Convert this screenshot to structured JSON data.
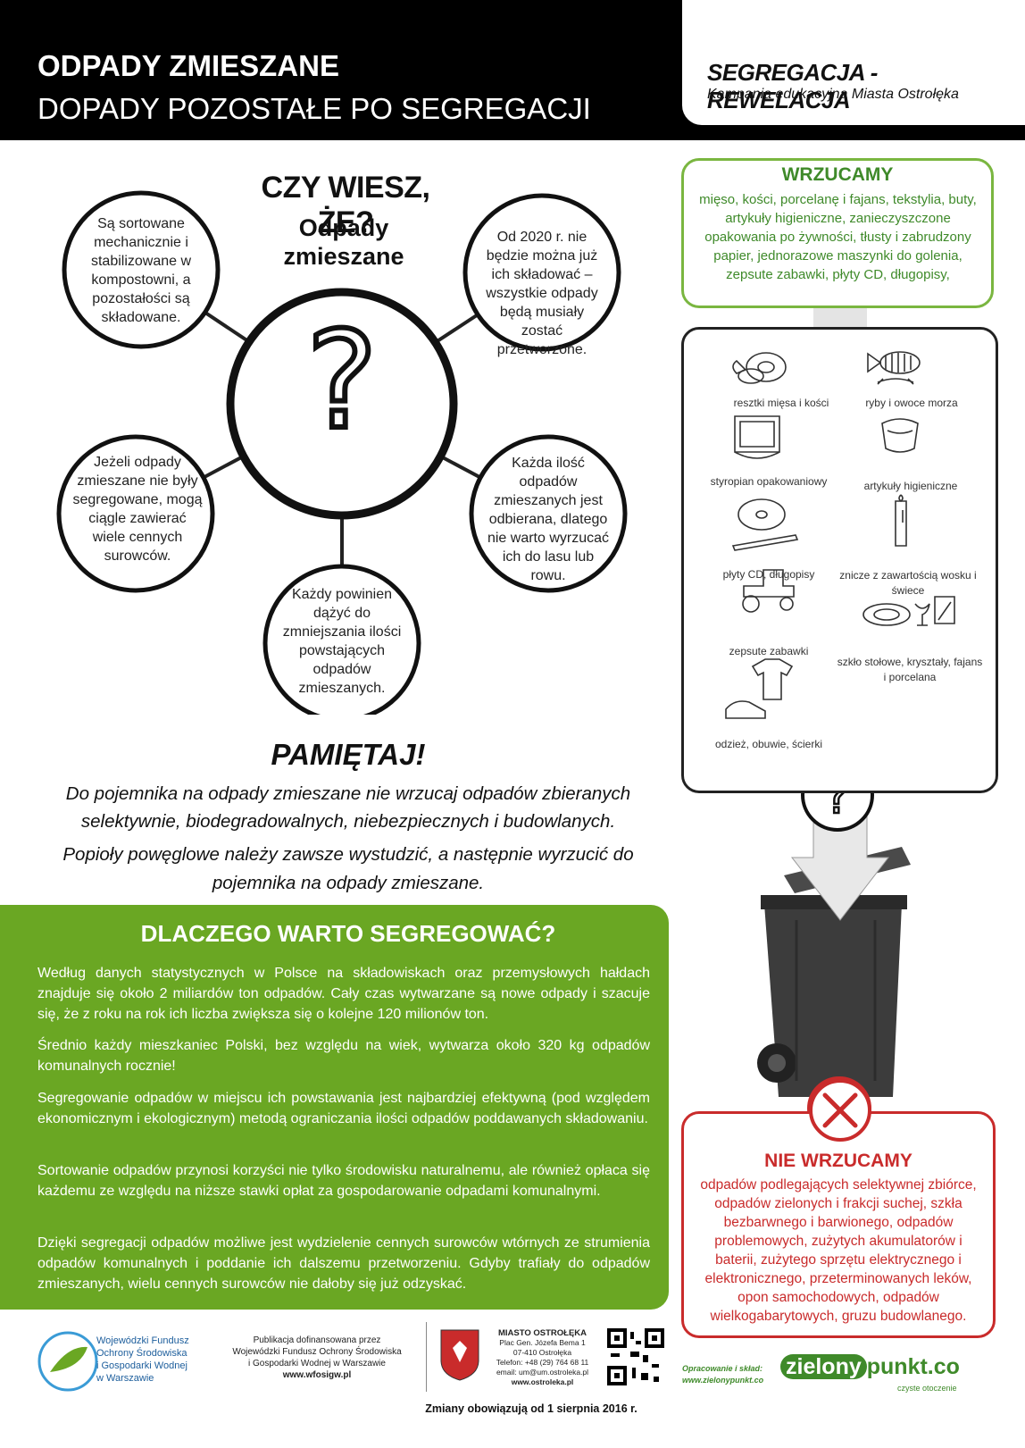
{
  "header": {
    "title_bold": "ODPADY ZMIESZANE",
    "title_light": "DOPADY POZOSTAŁE PO SEGREGACJI",
    "campaign_title": "SEGREGACJA - REWELACJA",
    "campaign_subtitle": "Kampania edukacyjna Miasta Ostrołęka"
  },
  "did_you_know": {
    "heading": "CZY WIESZ, ŻE?",
    "center_label": "Odpady zmieszane",
    "center_symbol": "?",
    "facts": [
      "Są sortowane mechanicznie i stabilizowane w kompostowni, a pozostałości są składowane.",
      "Od 2020 r. nie będzie można już ich składować – wszystkie odpady będą musiały zostać przetworzone.",
      "Jeżeli odpady zmieszane nie były segregowane, mogą ciągle zawierać wiele cennych surowców.",
      "Każda ilość odpadów zmieszanych jest odbierana, dlatego nie warto wyrzucać ich do lasu lub rowu.",
      "Każdy powinien dążyć do zmniejszania ilości powstających odpadów zmieszanych."
    ]
  },
  "remember": {
    "heading": "PAMIĘTAJ!",
    "lines": [
      "Do pojemnika na odpady zmieszane nie wrzucaj odpadów zbieranych",
      "selektywnie, biodegradowalnych, niebezpiecznych i budowlanych.",
      "Popioły powęglowe należy zawsze wystudzić, a następnie wyrzucić do",
      "pojemnika na odpady zmieszane."
    ]
  },
  "why": {
    "heading": "DLACZEGO WARTO SEGREGOWAĆ?",
    "paragraphs": [
      "Według danych statystycznych w Polsce na składowiskach oraz przemysłowych hałdach znajduje się około 2 miliardów ton odpadów. Cały czas wytwarzane są nowe odpady i szacuje się, że z roku na rok ich liczba zwiększa się o kolejne 120 milionów ton.",
      "Średnio każdy mieszkaniec Polski, bez względu na wiek, wytwarza około 320 kg odpadów komunalnych rocznie!",
      "Segregowanie odpadów w miejscu ich powstawania jest najbardziej efektywną (pod względem ekonomicznym i ekologicznym) metodą ograniczania ilości odpadów poddawanych składowaniu.",
      "Sortowanie odpadów przynosi korzyści nie tylko środowisku naturalnemu, ale również opłaca się każdemu ze względu na niższe stawki opłat za gospodarowanie odpadami komunalnymi.",
      "Dzięki segregacji odpadów możliwe jest wydzielenie cennych surowców wtórnych ze strumienia odpadów komunalnych i poddanie ich dalszemu przetworzeniu. Gdyby trafiały do odpadów zmieszanych, wielu cennych surowców nie dałoby się już odzyskać."
    ]
  },
  "wrzucamy": {
    "title": "WRZUCAMY",
    "text": "mięso, kości, porcelanę i fajans, tekstylia, buty, artykuły higieniczne, zanieczyszczone opakowania po żywności, tłusty i zabrudzony papier, jednorazowe maszynki do golenia, zepsute zabawki, płyty CD, długopisy,"
  },
  "items": [
    {
      "label": "resztki mięsa i kości",
      "icon": "meat-bone-icon"
    },
    {
      "label": "ryby i owoce morza",
      "icon": "fish-skeleton-icon"
    },
    {
      "label": "styropian opakowaniowy",
      "icon": "styrofoam-icon"
    },
    {
      "label": "artykuły higieniczne",
      "icon": "diaper-icon"
    },
    {
      "label": "płyty CD, długopisy",
      "icon": "cd-pen-icon"
    },
    {
      "label": "znicze z zawartością wosku i świece",
      "icon": "candle-icon"
    },
    {
      "label": "zepsute zabawki",
      "icon": "toy-tractor-icon"
    },
    {
      "label": "szkło stołowe, kryształy, fajans i porcelana",
      "icon": "tableware-icon"
    },
    {
      "label": "odzież, obuwie, ścierki",
      "icon": "clothes-shoe-icon"
    }
  ],
  "nie_wrzucamy": {
    "title": "NIE WRZUCAMY",
    "text": "odpadów podlegających selektywnej zbiórce, odpadów zielonych i frakcji suchej, szkła bezbarwnego i barwionego, odpadów problemowych, zużytych akumulatorów i baterii, zużytego sprzętu elektrycznego i elektronicznego, przeterminowanych leków, opon samochodowych, odpadów wielkogabarytowych, gruzu budowlanego."
  },
  "footer": {
    "wfos_name": [
      "Wojewódzki Fundusz",
      "Ochrony Środowiska",
      "i Gospodarki Wodnej",
      "w Warszawie"
    ],
    "publication": [
      "Publikacja dofinansowana przez",
      "Wojewódzki Fundusz Ochrony Środowiska",
      "i Gospodarki Wodnej w Warszawie"
    ],
    "publication_url": "www.wfosigw.pl",
    "city_name": "MIASTO OSTROŁĘKA",
    "city_lines": [
      "Plac Gen. Józefa Bema 1",
      "07-410 Ostrołęka",
      "Telefon: +48 (29) 764 68 11",
      "email: um@um.ostroleka.pl"
    ],
    "city_url": "www.ostroleka.pl",
    "prepared_label": "Opracowanie i skład:",
    "prepared_url": "www.zielonypunkt.co",
    "brand_part1": "zielony",
    "brand_part2": "punkt.co",
    "brand_tagline": "czyste otoczenie",
    "effective_note": "Zmiany obowiązują od 1 sierpnia 2016 r."
  },
  "colors": {
    "green_panel": "#6aa723",
    "green_text": "#3f8a2a",
    "red": "#c92b2b",
    "bin": "#3c3c3c"
  }
}
